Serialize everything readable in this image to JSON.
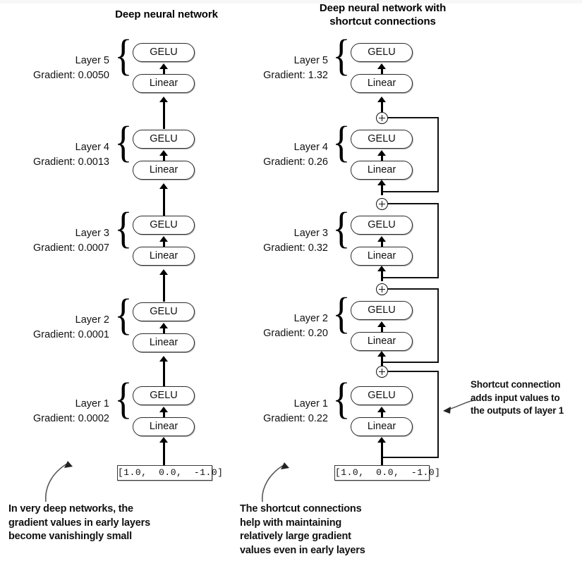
{
  "figure": {
    "left_title": "Deep neural network",
    "right_title_line1": "Deep neural network with",
    "right_title_line2": "shortcut connections",
    "input_vector": "[1.0,  0.0,  -1.0]",
    "block_labels": {
      "activation": "GELU",
      "linear": "Linear"
    },
    "brace_glyph": "{",
    "plus_glyph": "+"
  },
  "left_network": {
    "title": "Deep neural network",
    "has_shortcuts": false,
    "layers": [
      {
        "name": "Layer 5",
        "gradient_label": "Gradient: 0.0050",
        "gradient": 0.005,
        "blocks": [
          "GELU",
          "Linear"
        ]
      },
      {
        "name": "Layer 4",
        "gradient_label": "Gradient: 0.0013",
        "gradient": 0.0013,
        "blocks": [
          "GELU",
          "Linear"
        ]
      },
      {
        "name": "Layer 3",
        "gradient_label": "Gradient: 0.0007",
        "gradient": 0.0007,
        "blocks": [
          "GELU",
          "Linear"
        ]
      },
      {
        "name": "Layer 2",
        "gradient_label": "Gradient: 0.0001",
        "gradient": 0.0001,
        "blocks": [
          "GELU",
          "Linear"
        ]
      },
      {
        "name": "Layer 1",
        "gradient_label": "Gradient: 0.0002",
        "gradient": 0.0002,
        "blocks": [
          "GELU",
          "Linear"
        ]
      }
    ],
    "input": "[1.0,  0.0,  -1.0]"
  },
  "right_network": {
    "title_line1": "Deep neural network with",
    "title_line2": "shortcut connections",
    "has_shortcuts": true,
    "layers": [
      {
        "name": "Layer 5",
        "gradient_label": "Gradient: 1.32",
        "gradient": 1.32,
        "blocks": [
          "GELU",
          "Linear"
        ]
      },
      {
        "name": "Layer 4",
        "gradient_label": "Gradient: 0.26",
        "gradient": 0.26,
        "blocks": [
          "GELU",
          "Linear"
        ]
      },
      {
        "name": "Layer 3",
        "gradient_label": "Gradient: 0.32",
        "gradient": 0.32,
        "blocks": [
          "GELU",
          "Linear"
        ]
      },
      {
        "name": "Layer 2",
        "gradient_label": "Gradient: 0.20",
        "gradient": 0.2,
        "blocks": [
          "GELU",
          "Linear"
        ]
      },
      {
        "name": "Layer 1",
        "gradient_label": "Gradient: 0.22",
        "gradient": 0.22,
        "blocks": [
          "GELU",
          "Linear"
        ]
      }
    ],
    "input": "[1.0,  0.0,  -1.0]",
    "shortcut_count": 4
  },
  "annotations": {
    "left_caption": {
      "line1": "In very deep networks, the",
      "line2": "gradient values in early layers",
      "line3": "become vanishingly small"
    },
    "right_caption": {
      "line1": "The shortcut connections",
      "line2": "help with maintaining",
      "line3": "relatively large gradient",
      "line4": "values even in early layers"
    },
    "shortcut_note": {
      "line1": "Shortcut connection",
      "line2": "adds input values to",
      "line3": "the outputs of layer 1"
    }
  },
  "colors": {
    "ink": "#111111",
    "stroke": "#2b2b2b",
    "background": "#ffffff"
  }
}
